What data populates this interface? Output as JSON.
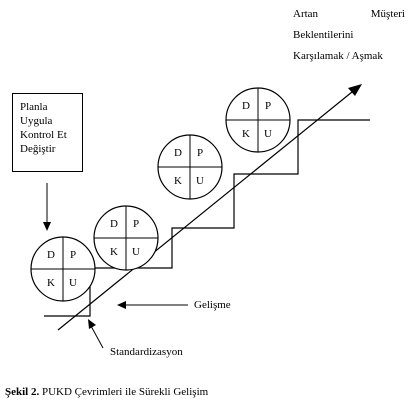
{
  "goal": {
    "line1_words": [
      "Artan",
      "Müşteri"
    ],
    "line2": "Beklentilerini",
    "line3": "Karşılamak / Aşmak"
  },
  "steps_box": {
    "lines": [
      "Planla",
      "Uygula",
      "Kontrol Et",
      "Değiştir"
    ]
  },
  "cycle_labels": {
    "top_left": "D",
    "top_right": "P",
    "bottom_left": "K",
    "bottom_right": "U"
  },
  "labels": {
    "improvement": "Gelişme",
    "standardization": "Standardizasyon"
  },
  "caption": {
    "prefix": "Şekil 2.",
    "text": " PUKD Çevrimleri ile Sürekli Gelişim"
  }
}
